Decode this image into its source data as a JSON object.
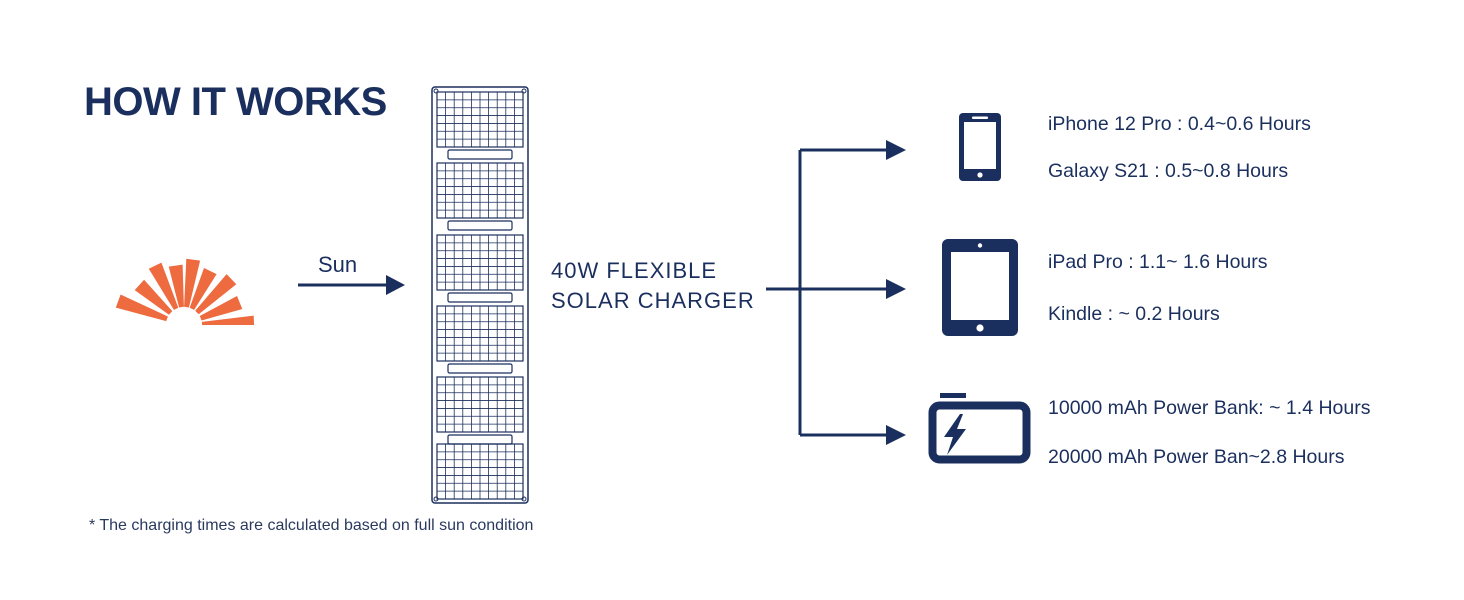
{
  "title": "HOW IT WORKS",
  "sun_label": "Sun",
  "product": {
    "line1": "40W FLEXIBLE",
    "line2": "SOLAR CHARGER"
  },
  "devices": [
    {
      "icon": "smartphone-icon",
      "lines": [
        "iPhone 12 Pro : 0.4~0.6 Hours",
        "Galaxy S21 : 0.5~0.8 Hours"
      ]
    },
    {
      "icon": "tablet-icon",
      "lines": [
        "iPad Pro : 1.1~ 1.6 Hours",
        "Kindle : ~ 0.2 Hours"
      ]
    },
    {
      "icon": "battery-charging-icon",
      "lines": [
        "10000 mAh Power Bank: ~ 1.4 Hours",
        "20000 mAh Power Ban~2.8 Hours"
      ]
    }
  ],
  "footnote": "* The charging times are calculated based on full sun condition",
  "colors": {
    "navy": "#1b2f5e",
    "sun_orange": "#ee6a3f"
  }
}
